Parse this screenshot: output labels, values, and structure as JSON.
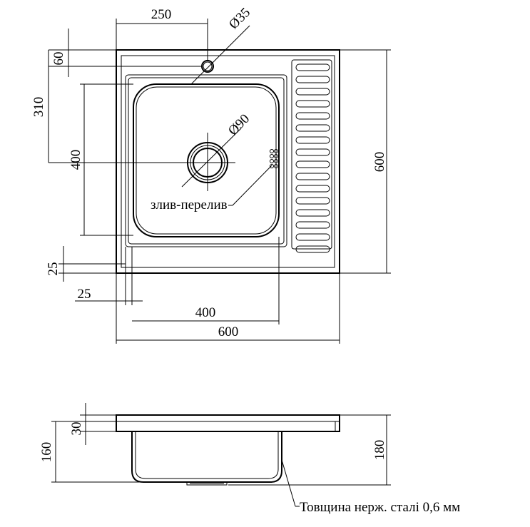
{
  "top_view": {
    "dim_width_total": "600",
    "dim_bowl_width": "400",
    "dim_bowl_offset_x": "25",
    "dim_tap_offset_x": "250",
    "dim_tap_hole": "Ø35",
    "dim_tap_offset_y": "60",
    "dim_bowl_center_y": "310",
    "dim_bowl_height": "400",
    "dim_bowl_offset_y": "25",
    "dim_height_total": "600",
    "dim_drain": "Ø90",
    "drain_label": "злив-перелив"
  },
  "side_view": {
    "dim_rim": "30",
    "dim_bowl_depth": "160",
    "dim_total_depth": "180",
    "thickness_note": "Товщина нерж. сталі 0,6 мм"
  }
}
